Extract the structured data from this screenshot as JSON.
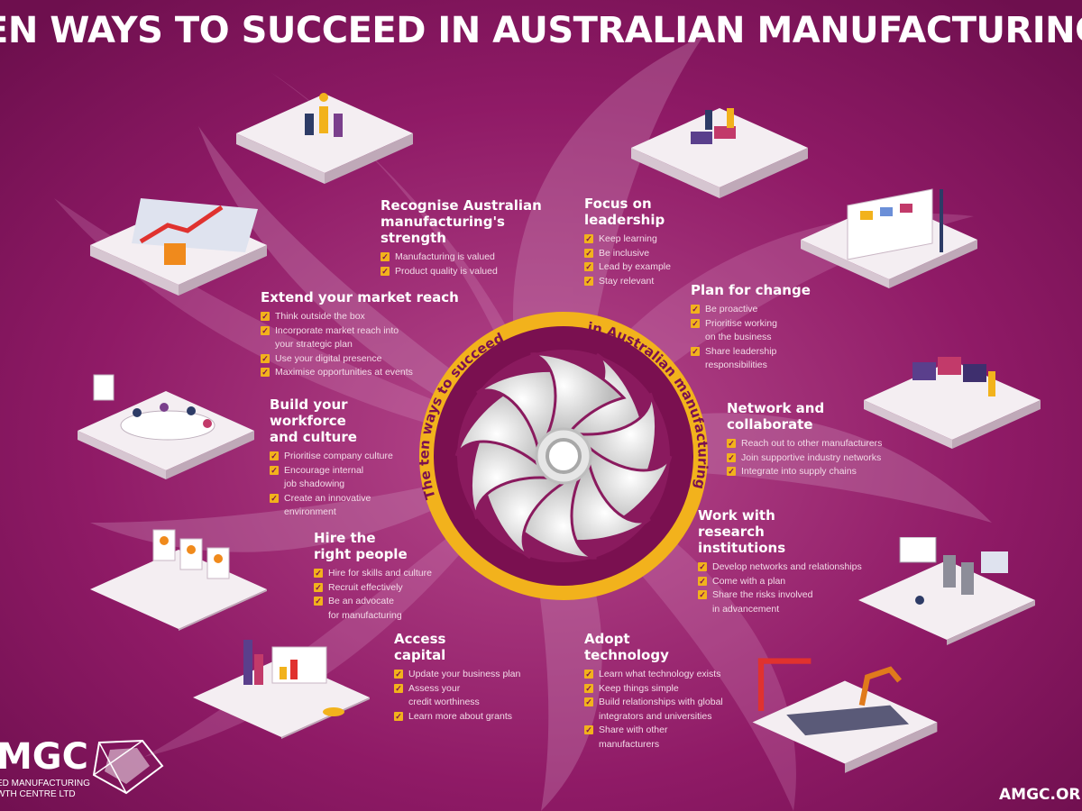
{
  "header": {
    "title": "EN WAYS TO SUCCEED IN AUSTRALIAN MANUFACTURING"
  },
  "colors": {
    "background": "#8a1560",
    "accent": "#f2b21c",
    "blade": "#d8d8d8",
    "tile": "#f4eef2"
  },
  "wheel": {
    "ring_text_left": "The ten ways to succeed",
    "ring_text_right": "in Australian manufacturing"
  },
  "sections": [
    {
      "title": "Recognise Australian\nmanufacturing's\nstrength",
      "items": [
        "Manufacturing is valued",
        "Product quality is valued"
      ]
    },
    {
      "title": "Focus on\nleadership",
      "items": [
        "Keep learning",
        "Be inclusive",
        "Lead by example",
        "Stay relevant"
      ]
    },
    {
      "title": "Extend your market reach",
      "items": [
        "Think outside the box",
        "Incorporate market reach into\nyour strategic plan",
        "Use your digital presence",
        "Maximise opportunities at events"
      ]
    },
    {
      "title": "Plan for change",
      "items": [
        "Be proactive",
        "Prioritise working\non the business",
        "Share leadership\nresponsibilities"
      ]
    },
    {
      "title": "Build your\nworkforce\nand culture",
      "items": [
        "Prioritise company culture",
        "Encourage internal\njob shadowing",
        "Create an innovative\nenvironment"
      ]
    },
    {
      "title": "Network and\ncollaborate",
      "items": [
        "Reach out to other manufacturers",
        "Join supportive industry networks",
        "Integrate into supply chains"
      ]
    },
    {
      "title": "Hire the\nright people",
      "items": [
        "Hire for skills and culture",
        "Recruit effectively",
        "Be an advocate\nfor manufacturing"
      ]
    },
    {
      "title": "Work with\nresearch\ninstitutions",
      "items": [
        "Develop networks and relationships",
        "Come with a plan",
        "Share the risks involved\nin advancement"
      ]
    },
    {
      "title": "Access\ncapital",
      "items": [
        "Update your business plan",
        "Assess your\ncredit worthiness",
        "Learn more about grants"
      ]
    },
    {
      "title": "Adopt\ntechnology",
      "items": [
        "Learn what technology exists",
        "Keep things simple",
        "Build relationships with global\nintegrators and universities",
        "Share with other\nmanufacturers"
      ]
    }
  ],
  "illustrations": [
    "teamwork-brainstorm-illustration",
    "team-celebration-puzzle-illustration",
    "world-map-growth-chart-illustration",
    "calendar-planning-illustration",
    "meeting-table-illustration",
    "puzzle-collaboration-illustration",
    "candidate-profiles-illustration",
    "research-lab-illustration",
    "finance-charts-illustration",
    "robotic-factory-illustration"
  ],
  "footer": {
    "logo_text": "MGC",
    "logo_sub": "ED MANUFACTURING\nWTH CENTRE LTD",
    "url": "AMGC.OR"
  }
}
